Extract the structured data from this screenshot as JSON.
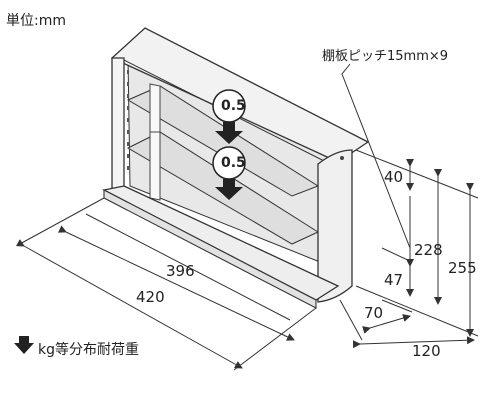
{
  "unit_label": "単位:mm",
  "shelf_pitch_label": "棚板ピッチ15mm×9",
  "load_labels": [
    "0.5",
    "0.5"
  ],
  "dimensions": {
    "top_gap": "40",
    "inner_height": "228",
    "total_height": "255",
    "bottom_gap": "47",
    "base_depth": "70",
    "depth": "120",
    "inner_width": "396",
    "total_width": "420"
  },
  "legend_text": "kg等分布耐荷重",
  "icons": [
    "down-arrow-icon"
  ],
  "colors": {
    "line": "#333333",
    "face": "#f0f0f0",
    "back_panel": "#e6e6e6",
    "shelf": "#dcdcdc",
    "glass": "#f4f4f4",
    "arrow": "#222222",
    "background": "#ffffff"
  }
}
